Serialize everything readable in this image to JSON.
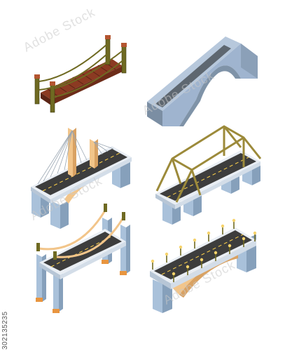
{
  "stock_id": "302135235",
  "watermark_text": "Adobe Stock",
  "bridges": [
    {
      "name": "rope-suspension-bridge",
      "deck_color": "#8b3a22",
      "post_color": "#6a6a1e"
    },
    {
      "name": "stone-arch-bridge",
      "color": "#9fb4cf",
      "shade": "#5f7487"
    },
    {
      "name": "cable-stayed-bridge",
      "tower_color": "#f2c58a",
      "road_color": "#3d3d3d"
    },
    {
      "name": "truss-bridge",
      "truss_color": "#9c8a3a",
      "pillar_color": "#a9c1da"
    },
    {
      "name": "suspension-road-bridge",
      "cable_color": "#f2c58a",
      "pillar_color": "#a9c1da"
    },
    {
      "name": "arch-road-bridge",
      "lamp_color": "#f7d36b",
      "arch_color": "#f2c58a"
    }
  ]
}
